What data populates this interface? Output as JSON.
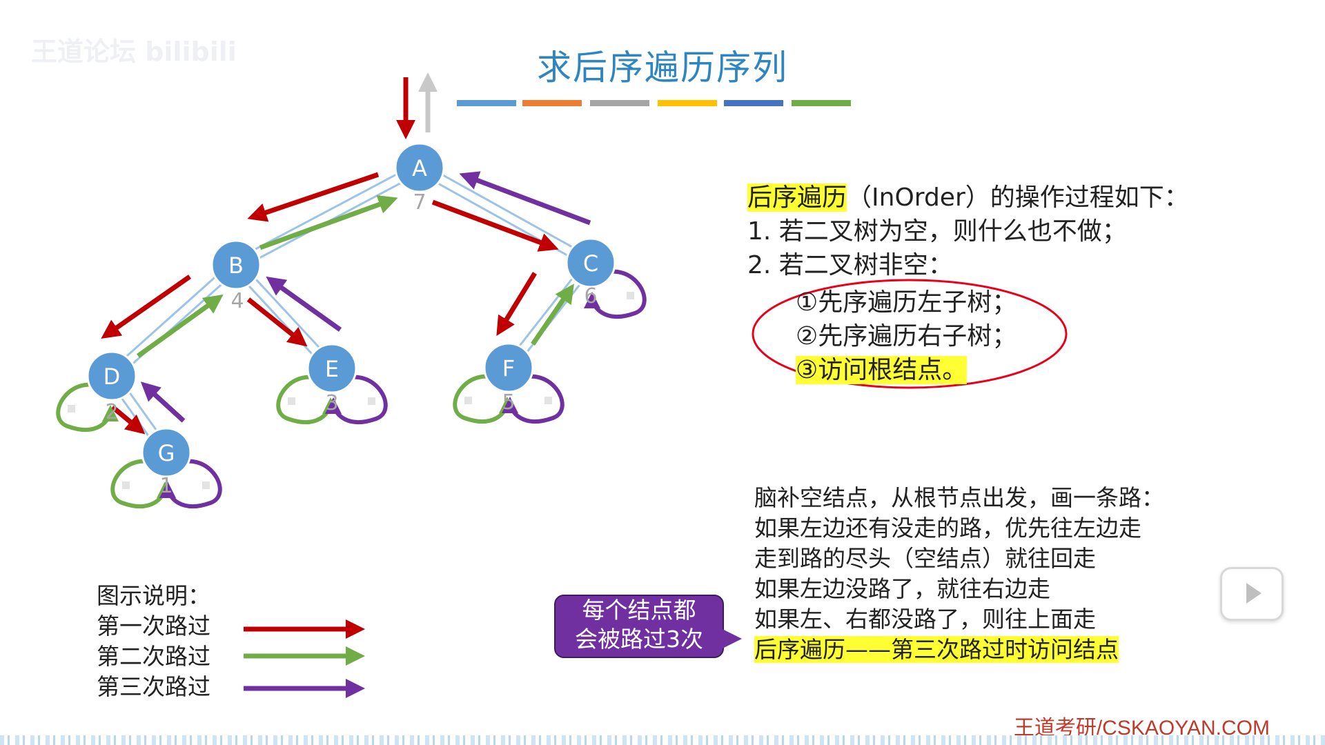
{
  "title": "求后序遍历序列",
  "watermark": "王道论坛 bilibili",
  "color_bar": [
    "#5b9bd5",
    "#ed7d31",
    "#a5a5a5",
    "#ffc000",
    "#4472c4",
    "#70ad47"
  ],
  "colors": {
    "first_pass": "#c00000",
    "second_pass": "#70ad47",
    "third_pass": "#7030a0",
    "node": "#5b9bd5",
    "node_border": "#2e75b6",
    "highlight": "#ffff33"
  },
  "tree": {
    "nodes": [
      {
        "id": "A",
        "label": "A",
        "order": "7"
      },
      {
        "id": "B",
        "label": "B",
        "order": "4"
      },
      {
        "id": "C",
        "label": "C",
        "order": "6"
      },
      {
        "id": "D",
        "label": "D",
        "order": "2"
      },
      {
        "id": "E",
        "label": "E",
        "order": "3"
      },
      {
        "id": "F",
        "label": "F",
        "order": "5"
      },
      {
        "id": "G",
        "label": "G",
        "order": "1"
      }
    ],
    "edges": [
      [
        "A",
        "B"
      ],
      [
        "A",
        "C"
      ],
      [
        "B",
        "D"
      ],
      [
        "B",
        "E"
      ],
      [
        "C",
        "F"
      ],
      [
        "D",
        "G"
      ]
    ]
  },
  "rules": {
    "heading_highlight": "后序遍历",
    "heading_rest": "（InOrder）的操作过程如下：",
    "item1": "1.  若二叉树为空，则什么也不做；",
    "item2": "2.  若二叉树非空：",
    "step1": "①先序遍历左子树；",
    "step2": "②先序遍历右子树；",
    "step3": "③访问根结点。"
  },
  "path_notes": {
    "line1": "脑补空结点，从根节点出发，画一条路：",
    "line2": "如果左边还有没走的路，优先往左边走",
    "line3": "走到路的尽头（空结点）就往回走",
    "line4": "如果左边没路了，就往右边走",
    "line5": "如果左、右都没路了，则往上面走",
    "line6": "后序遍历——第三次路过时访问结点"
  },
  "callout": {
    "line1": "每个结点都",
    "line2": "会被路过3次"
  },
  "legend": {
    "title": "图示说明：",
    "first": "第一次路过",
    "second": "第二次路过",
    "third": "第三次路过"
  },
  "footer": "王道考研/CSKAOYAN.COM"
}
